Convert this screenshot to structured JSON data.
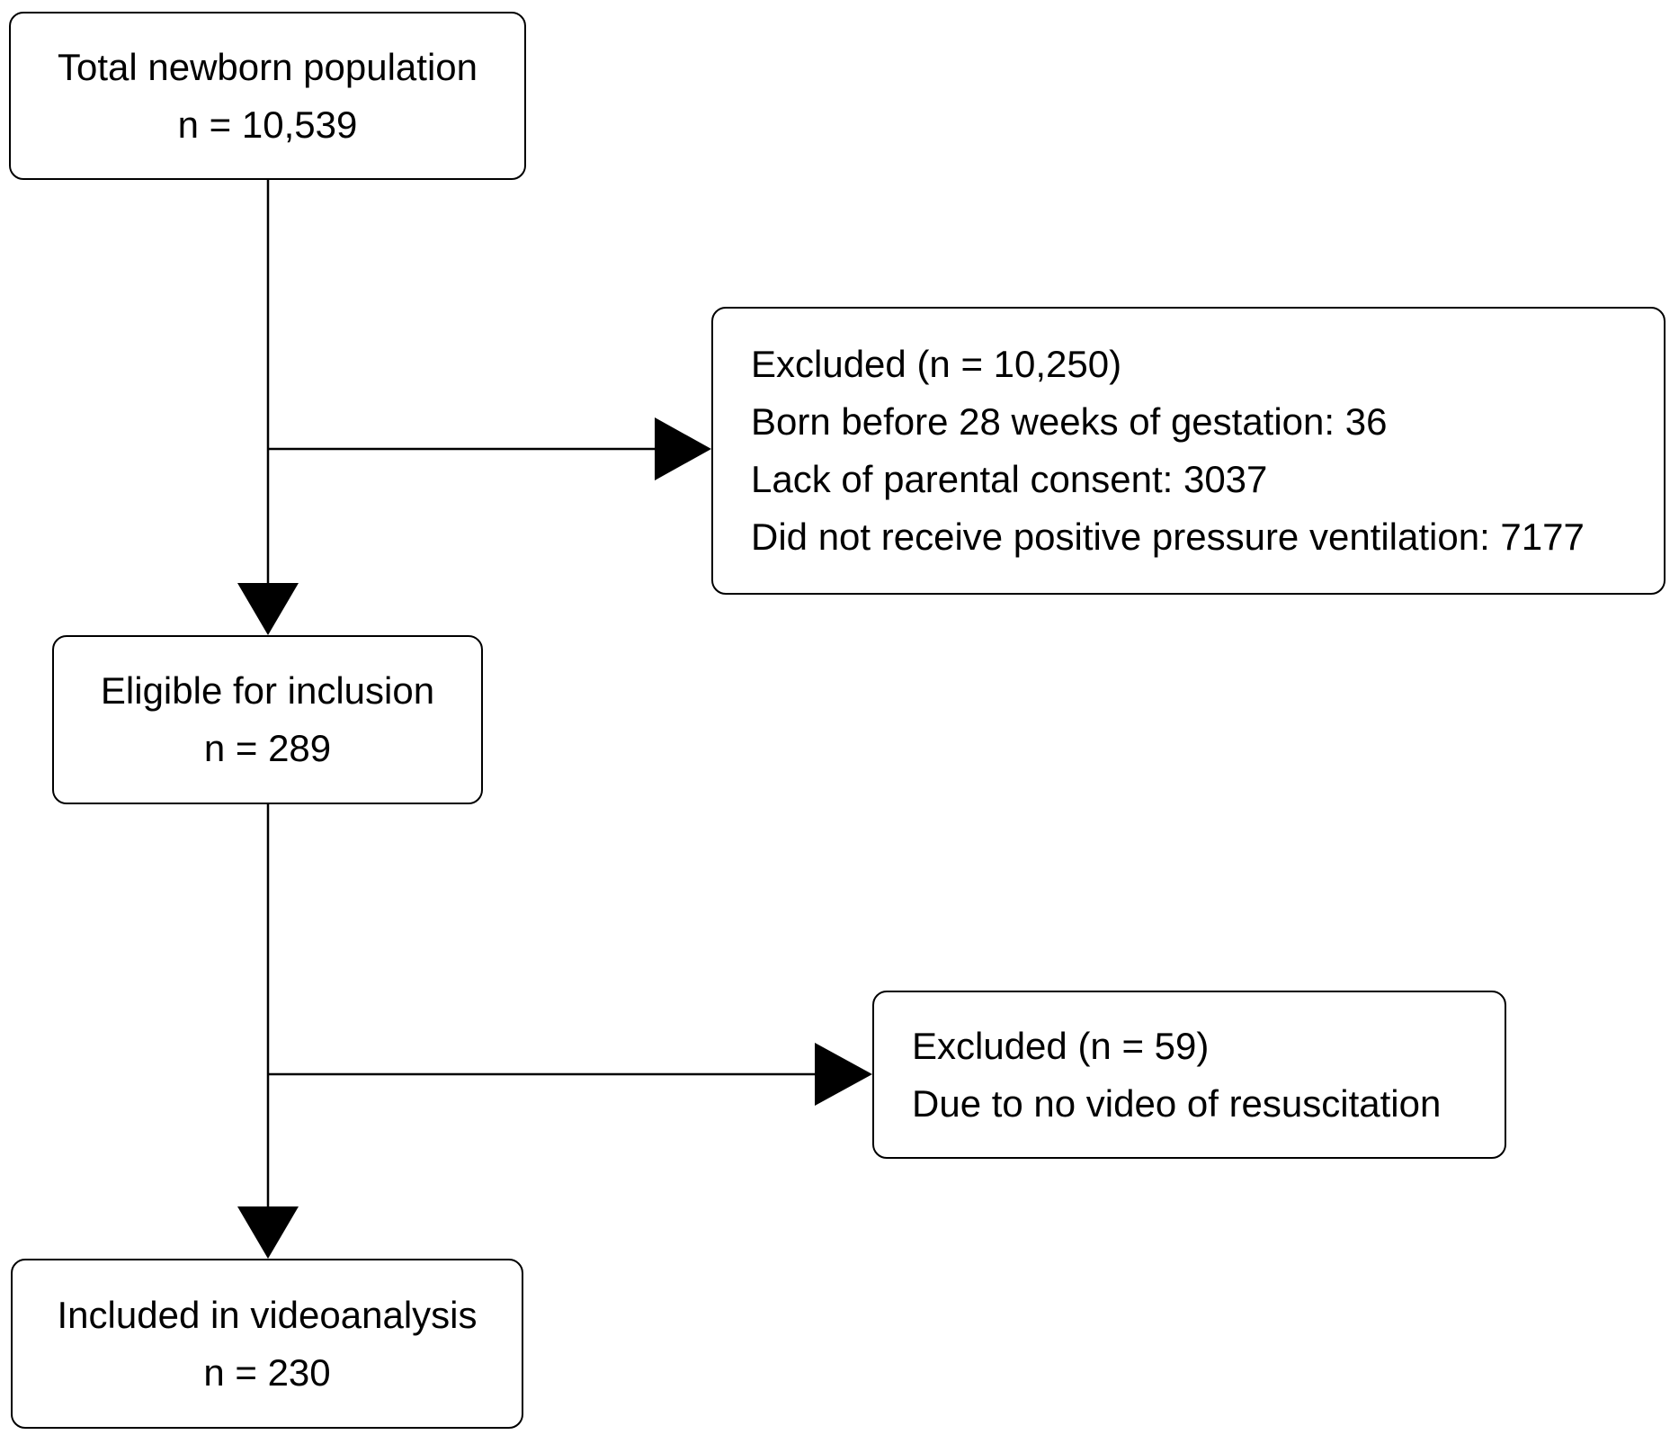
{
  "boxes": {
    "total": {
      "title": "Total newborn population",
      "count": "n = 10,539"
    },
    "excluded_1": {
      "lines": [
        "Excluded (n = 10,250)",
        "Born before 28 weeks of gestation: 36",
        "Lack of parental consent: 3037",
        "Did not receive positive pressure ventilation: 7177"
      ]
    },
    "eligible": {
      "title": "Eligible for inclusion",
      "count": "n = 289"
    },
    "excluded_2": {
      "lines": [
        "Excluded (n = 59)",
        "Due to no video of resuscitation"
      ]
    },
    "included": {
      "title": "Included in videoanalysis",
      "count": "n = 230"
    }
  },
  "colors": {
    "stroke": "#000000",
    "background": "#ffffff"
  }
}
